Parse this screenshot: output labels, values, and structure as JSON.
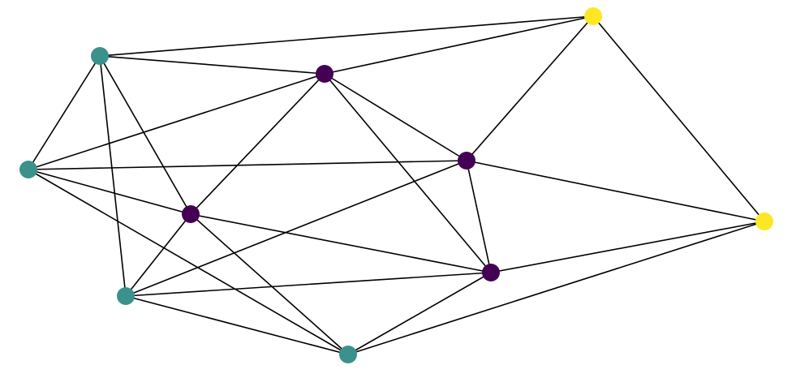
{
  "graph": {
    "node_groups": {
      "purple": "#440154",
      "teal": "#3b918c",
      "yellow": "#fde725"
    },
    "edge_color": "#000000",
    "nodes": [
      {
        "id": "n1",
        "group": "teal"
      },
      {
        "id": "n2",
        "group": "teal"
      },
      {
        "id": "n3",
        "group": "teal"
      },
      {
        "id": "n4",
        "group": "teal"
      },
      {
        "id": "n5",
        "group": "purple"
      },
      {
        "id": "n6",
        "group": "purple"
      },
      {
        "id": "n7",
        "group": "purple"
      },
      {
        "id": "n8",
        "group": "purple"
      },
      {
        "id": "n9",
        "group": "yellow"
      },
      {
        "id": "n10",
        "group": "yellow"
      }
    ],
    "edges": [
      [
        "n1",
        "n9"
      ],
      [
        "n1",
        "n5"
      ],
      [
        "n1",
        "n2"
      ],
      [
        "n1",
        "n7"
      ],
      [
        "n1",
        "n3"
      ],
      [
        "n5",
        "n9"
      ],
      [
        "n9",
        "n6"
      ],
      [
        "n9",
        "n10"
      ],
      [
        "n5",
        "n2"
      ],
      [
        "n5",
        "n7"
      ],
      [
        "n5",
        "n6"
      ],
      [
        "n5",
        "n8"
      ],
      [
        "n2",
        "n6"
      ],
      [
        "n2",
        "n7"
      ],
      [
        "n2",
        "n4"
      ],
      [
        "n6",
        "n3"
      ],
      [
        "n6",
        "n8"
      ],
      [
        "n6",
        "n10"
      ],
      [
        "n7",
        "n3"
      ],
      [
        "n7",
        "n8"
      ],
      [
        "n7",
        "n4"
      ],
      [
        "n3",
        "n8"
      ],
      [
        "n3",
        "n4"
      ],
      [
        "n8",
        "n10"
      ],
      [
        "n8",
        "n4"
      ],
      [
        "n4",
        "n10"
      ]
    ]
  }
}
